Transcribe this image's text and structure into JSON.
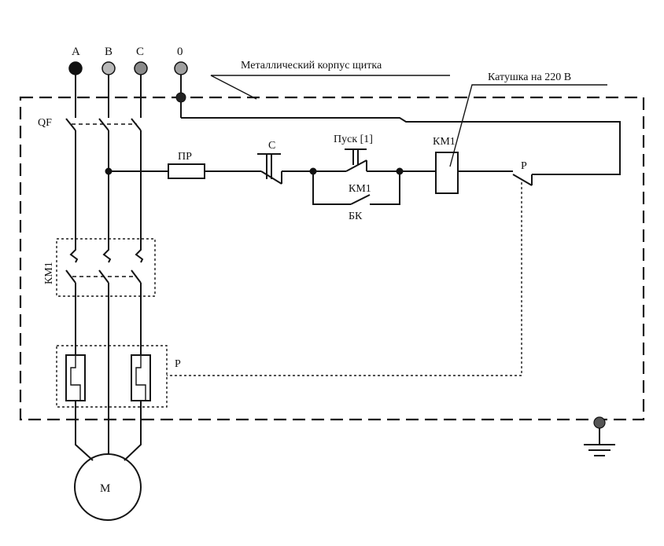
{
  "terminals": {
    "a": "A",
    "b": "B",
    "c": "C",
    "n": "0"
  },
  "labels": {
    "metal_case": "Металлический корпус щитка",
    "coil": "Катушка на 220 В",
    "qf": "QF",
    "fuse": "ПР",
    "stop": "С",
    "start": "Пуск [1]",
    "km1_coil": "КМ1",
    "km1_aux": "КМ1",
    "bk": "БК",
    "relay_contact": "Р",
    "km1_main": "КМ1",
    "thermal_relay": "Р",
    "motor": "М"
  },
  "colors": {
    "phase_a": "#111111",
    "phase_b": "#b8b8b8",
    "phase_c": "#8a8a8a",
    "neutral": "#a0a0a0"
  }
}
